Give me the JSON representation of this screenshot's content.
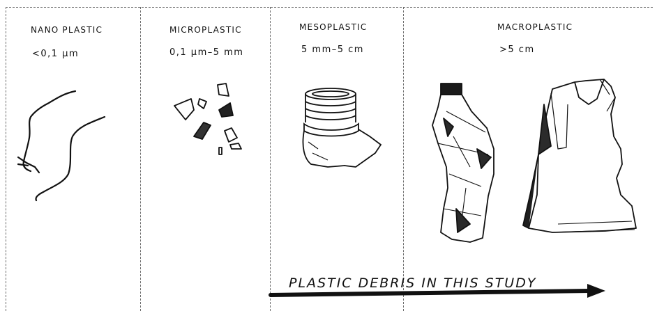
{
  "categories": [
    {
      "name": "NANO PLASTIC",
      "range": "<0,1 μm"
    },
    {
      "name": "MICROPLASTIC",
      "range": "0,1 μm–5 mm"
    },
    {
      "name": "MESOPLASTIC",
      "range": "5 mm–5 cm"
    },
    {
      "name": "MACROPLASTIC",
      "range": ">5 cm"
    }
  ],
  "arrow": {
    "label": "PLASTIC DEBRIS IN THIS STUDY"
  }
}
